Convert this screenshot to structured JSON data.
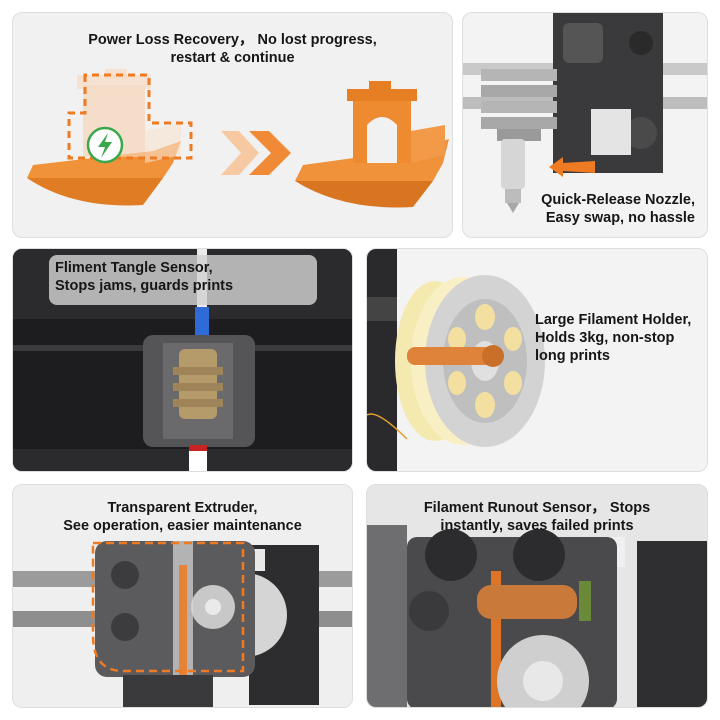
{
  "panels": {
    "power_loss": {
      "caption_line1": "Power Loss Recovery，  No lost progress,",
      "caption_line2": "restart & continue",
      "icon": "lightning-bolt-icon",
      "accent_color": "#ee8a30"
    },
    "nozzle": {
      "caption_line1": "Quick-Release Nozzle,",
      "caption_line2": "Easy swap, no hassle",
      "icon": "arrow-left-icon"
    },
    "tangle_sensor": {
      "caption_line1": "Fliment Tangle Sensor,",
      "caption_line2": "Stops jams, guards prints"
    },
    "filament_holder": {
      "caption_line1": "Large Filament Holder,",
      "caption_line2": "Holds 3kg, non-stop",
      "caption_line3": "long prints"
    },
    "extruder": {
      "caption_line1": "Transparent Extruder,",
      "caption_line2": "See operation, easier maintenance"
    },
    "runout_sensor": {
      "caption_line1": "Filament Runout Sensor，  Stops",
      "caption_line2": "instantly, saves failed prints"
    }
  }
}
